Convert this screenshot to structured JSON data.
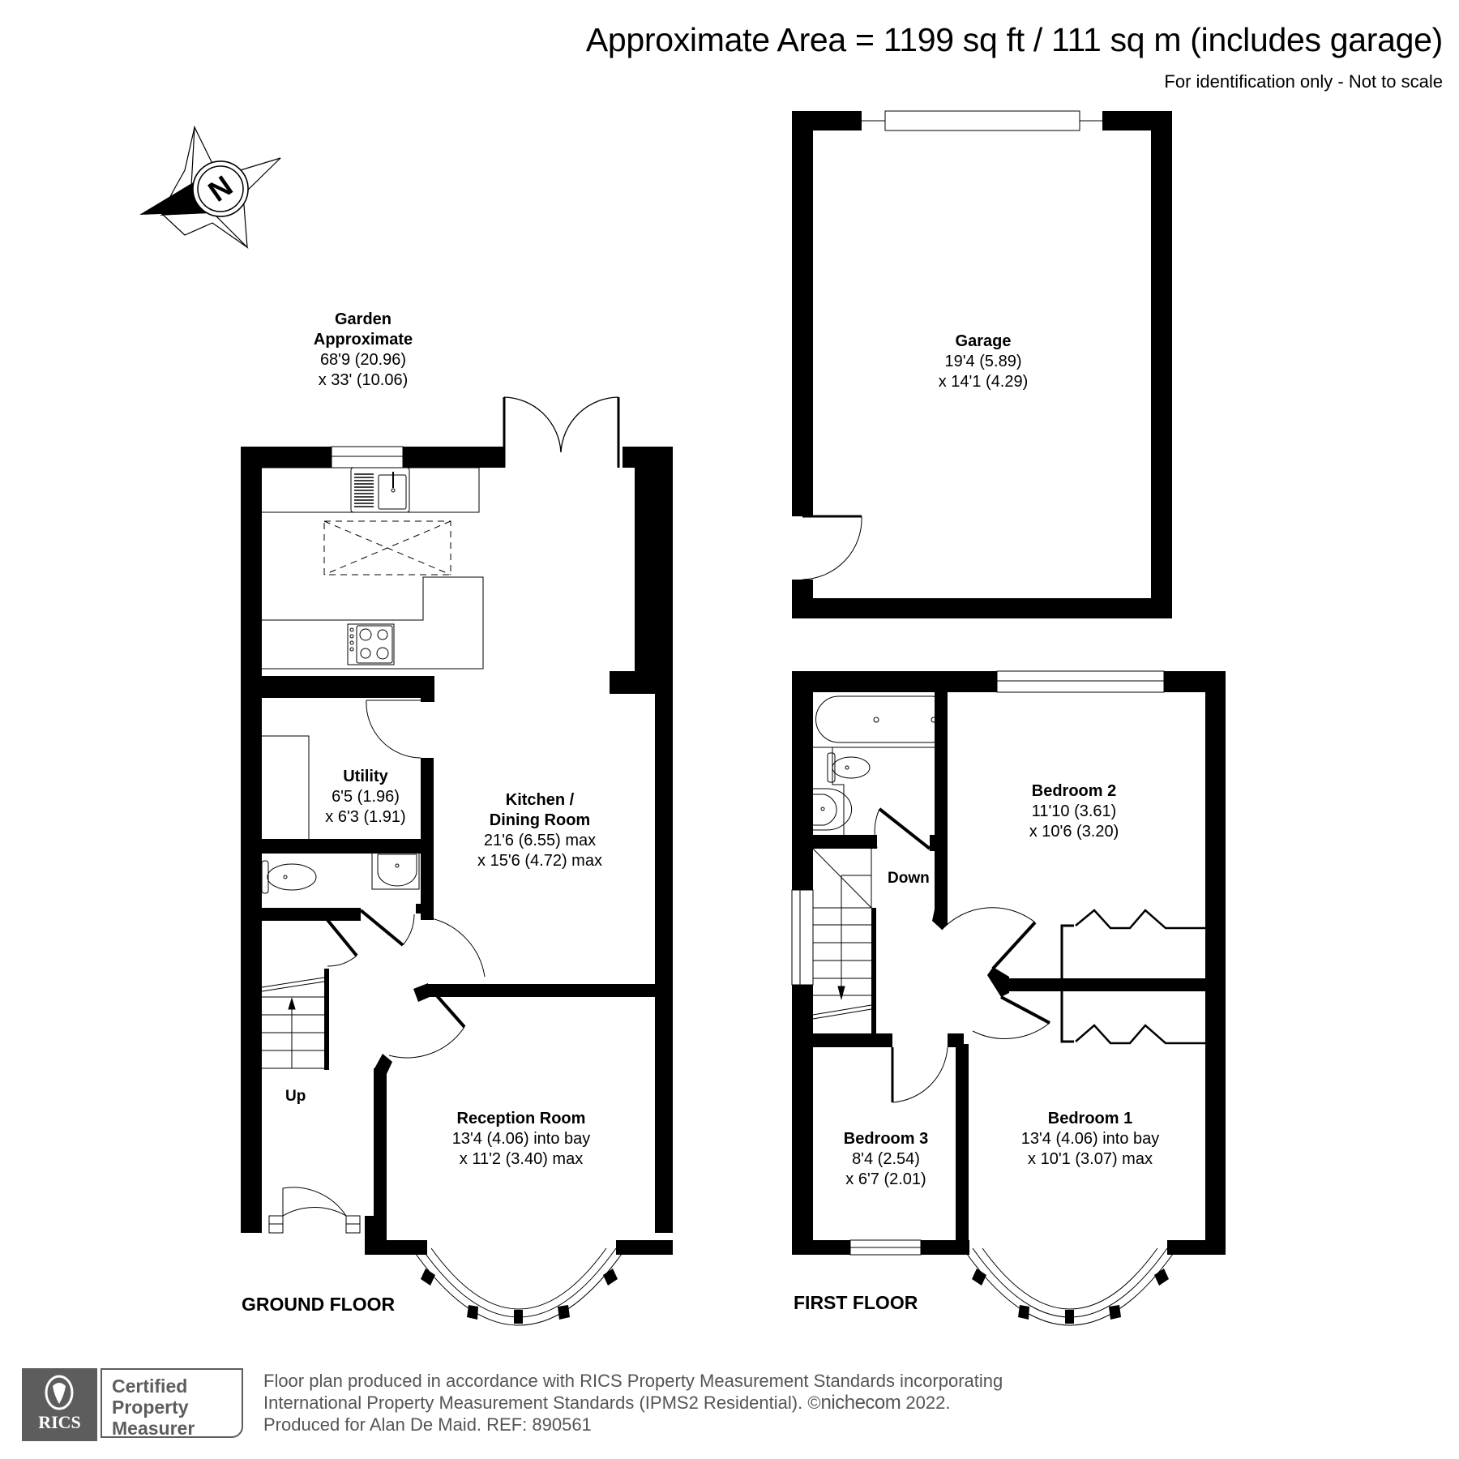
{
  "header": {
    "title": "Approximate Area = 1199 sq ft / 111 sq m (includes garage)",
    "subtitle": "For identification only - Not to scale"
  },
  "compass": {
    "icon": "north-compass-icon",
    "label": "N"
  },
  "garden": {
    "name": "Garden",
    "line2": "Approximate",
    "dim1": "68'9 (20.96)",
    "dim2": "x 33' (10.06)"
  },
  "ground_floor": {
    "label": "GROUND FLOOR",
    "stairs_label": "Up",
    "rooms": [
      {
        "name": "Kitchen /",
        "name2": "Dining Room",
        "dim1": "21'6 (6.55) max",
        "dim2": "x 15'6 (4.72) max"
      },
      {
        "name": "Utility",
        "dim1": "6'5 (1.96)",
        "dim2": "x 6'3 (1.91)"
      },
      {
        "name": "Reception Room",
        "dim1": "13'4 (4.06) into bay",
        "dim2": "x 11'2 (3.40) max"
      }
    ]
  },
  "garage": {
    "name": "Garage",
    "dim1": "19'4 (5.89)",
    "dim2": "x 14'1 (4.29)"
  },
  "first_floor": {
    "label": "FIRST FLOOR",
    "stairs_label": "Down",
    "rooms": [
      {
        "name": "Bedroom 2",
        "dim1": "11'10 (3.61)",
        "dim2": "x 10'6 (3.20)"
      },
      {
        "name": "Bedroom 1",
        "dim1": "13'4 (4.06) into bay",
        "dim2": "x 10'1 (3.07) max"
      },
      {
        "name": "Bedroom 3",
        "dim1": "8'4 (2.54)",
        "dim2": "x 6'7 (2.01)"
      }
    ]
  },
  "footer": {
    "badge_brand": "RICS",
    "badge_line1": "Certified",
    "badge_line2": "Property",
    "badge_line3": "Measurer",
    "line1": "Floor plan produced in accordance with RICS Property Measurement Standards incorporating",
    "line2_prefix": "International Property Measurement Standards (IPMS2 Residential).   ©",
    "line2_brand": "nichecom",
    "line2_suffix": " 2022.",
    "line3": "Produced for Alan De Maid.   REF: 890561"
  },
  "colors": {
    "wall": "#000000",
    "fixture_line": "#333333",
    "footer_gray": "#5d5d5d",
    "background": "#ffffff"
  }
}
